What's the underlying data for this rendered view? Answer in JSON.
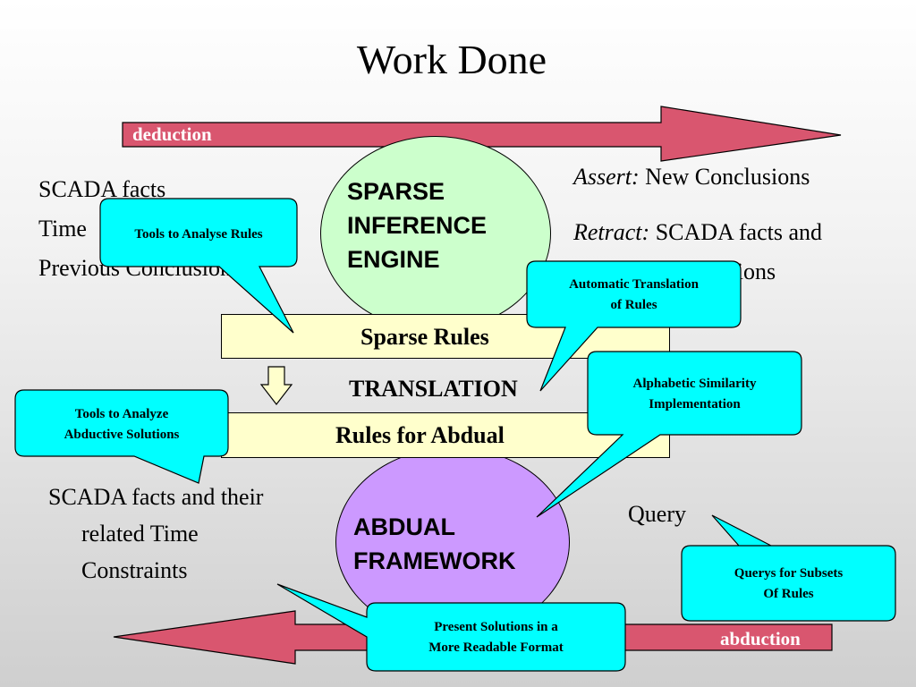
{
  "title": "Work Done",
  "arrows": {
    "deduction": "deduction",
    "abduction": "abduction"
  },
  "engine": {
    "line1": "SPARSE",
    "line2": "INFERENCE",
    "line3": "ENGINE"
  },
  "framework": {
    "line1": "ABDUAL",
    "line2": "FRAMEWORK"
  },
  "bands": {
    "sparse_rules": "Sparse Rules",
    "translation": "TRANSLATION",
    "rules_for_abdual": "Rules for Abdual"
  },
  "left_inputs": {
    "line1": "SCADA facts",
    "line2": "Time",
    "line3": "Previous Conclusions"
  },
  "right_outputs": {
    "assert_label": "Assert:",
    "assert_text": " New Conclusions",
    "retract_label": "Retract:",
    "retract_text": " SCADA facts and",
    "retract_line2": "Previous Conclusions"
  },
  "lower_left": {
    "line1": "SCADA facts and their",
    "line2": "related Time",
    "line3": "Constraints"
  },
  "query": "Query",
  "callouts": {
    "tools_rules": "Tools to Analyse Rules",
    "auto_line1": "Automatic Translation",
    "auto_line2": "of Rules",
    "alpha_line1": "Alphabetic Similarity",
    "alpha_line2": "Implementation",
    "abductive_line1": "Tools to Analyze",
    "abductive_line2": "Abductive Solutions",
    "querys_line1": "Querys for Subsets",
    "querys_line2": "Of Rules",
    "present_line1": "Present Solutions in a",
    "present_line2": "More Readable Format"
  },
  "colors": {
    "arrow": "#d9566f",
    "engine_circle": "#ccffcc",
    "framework_circle": "#cc99ff",
    "band": "#ffffcc",
    "callout": "#00ffff"
  }
}
